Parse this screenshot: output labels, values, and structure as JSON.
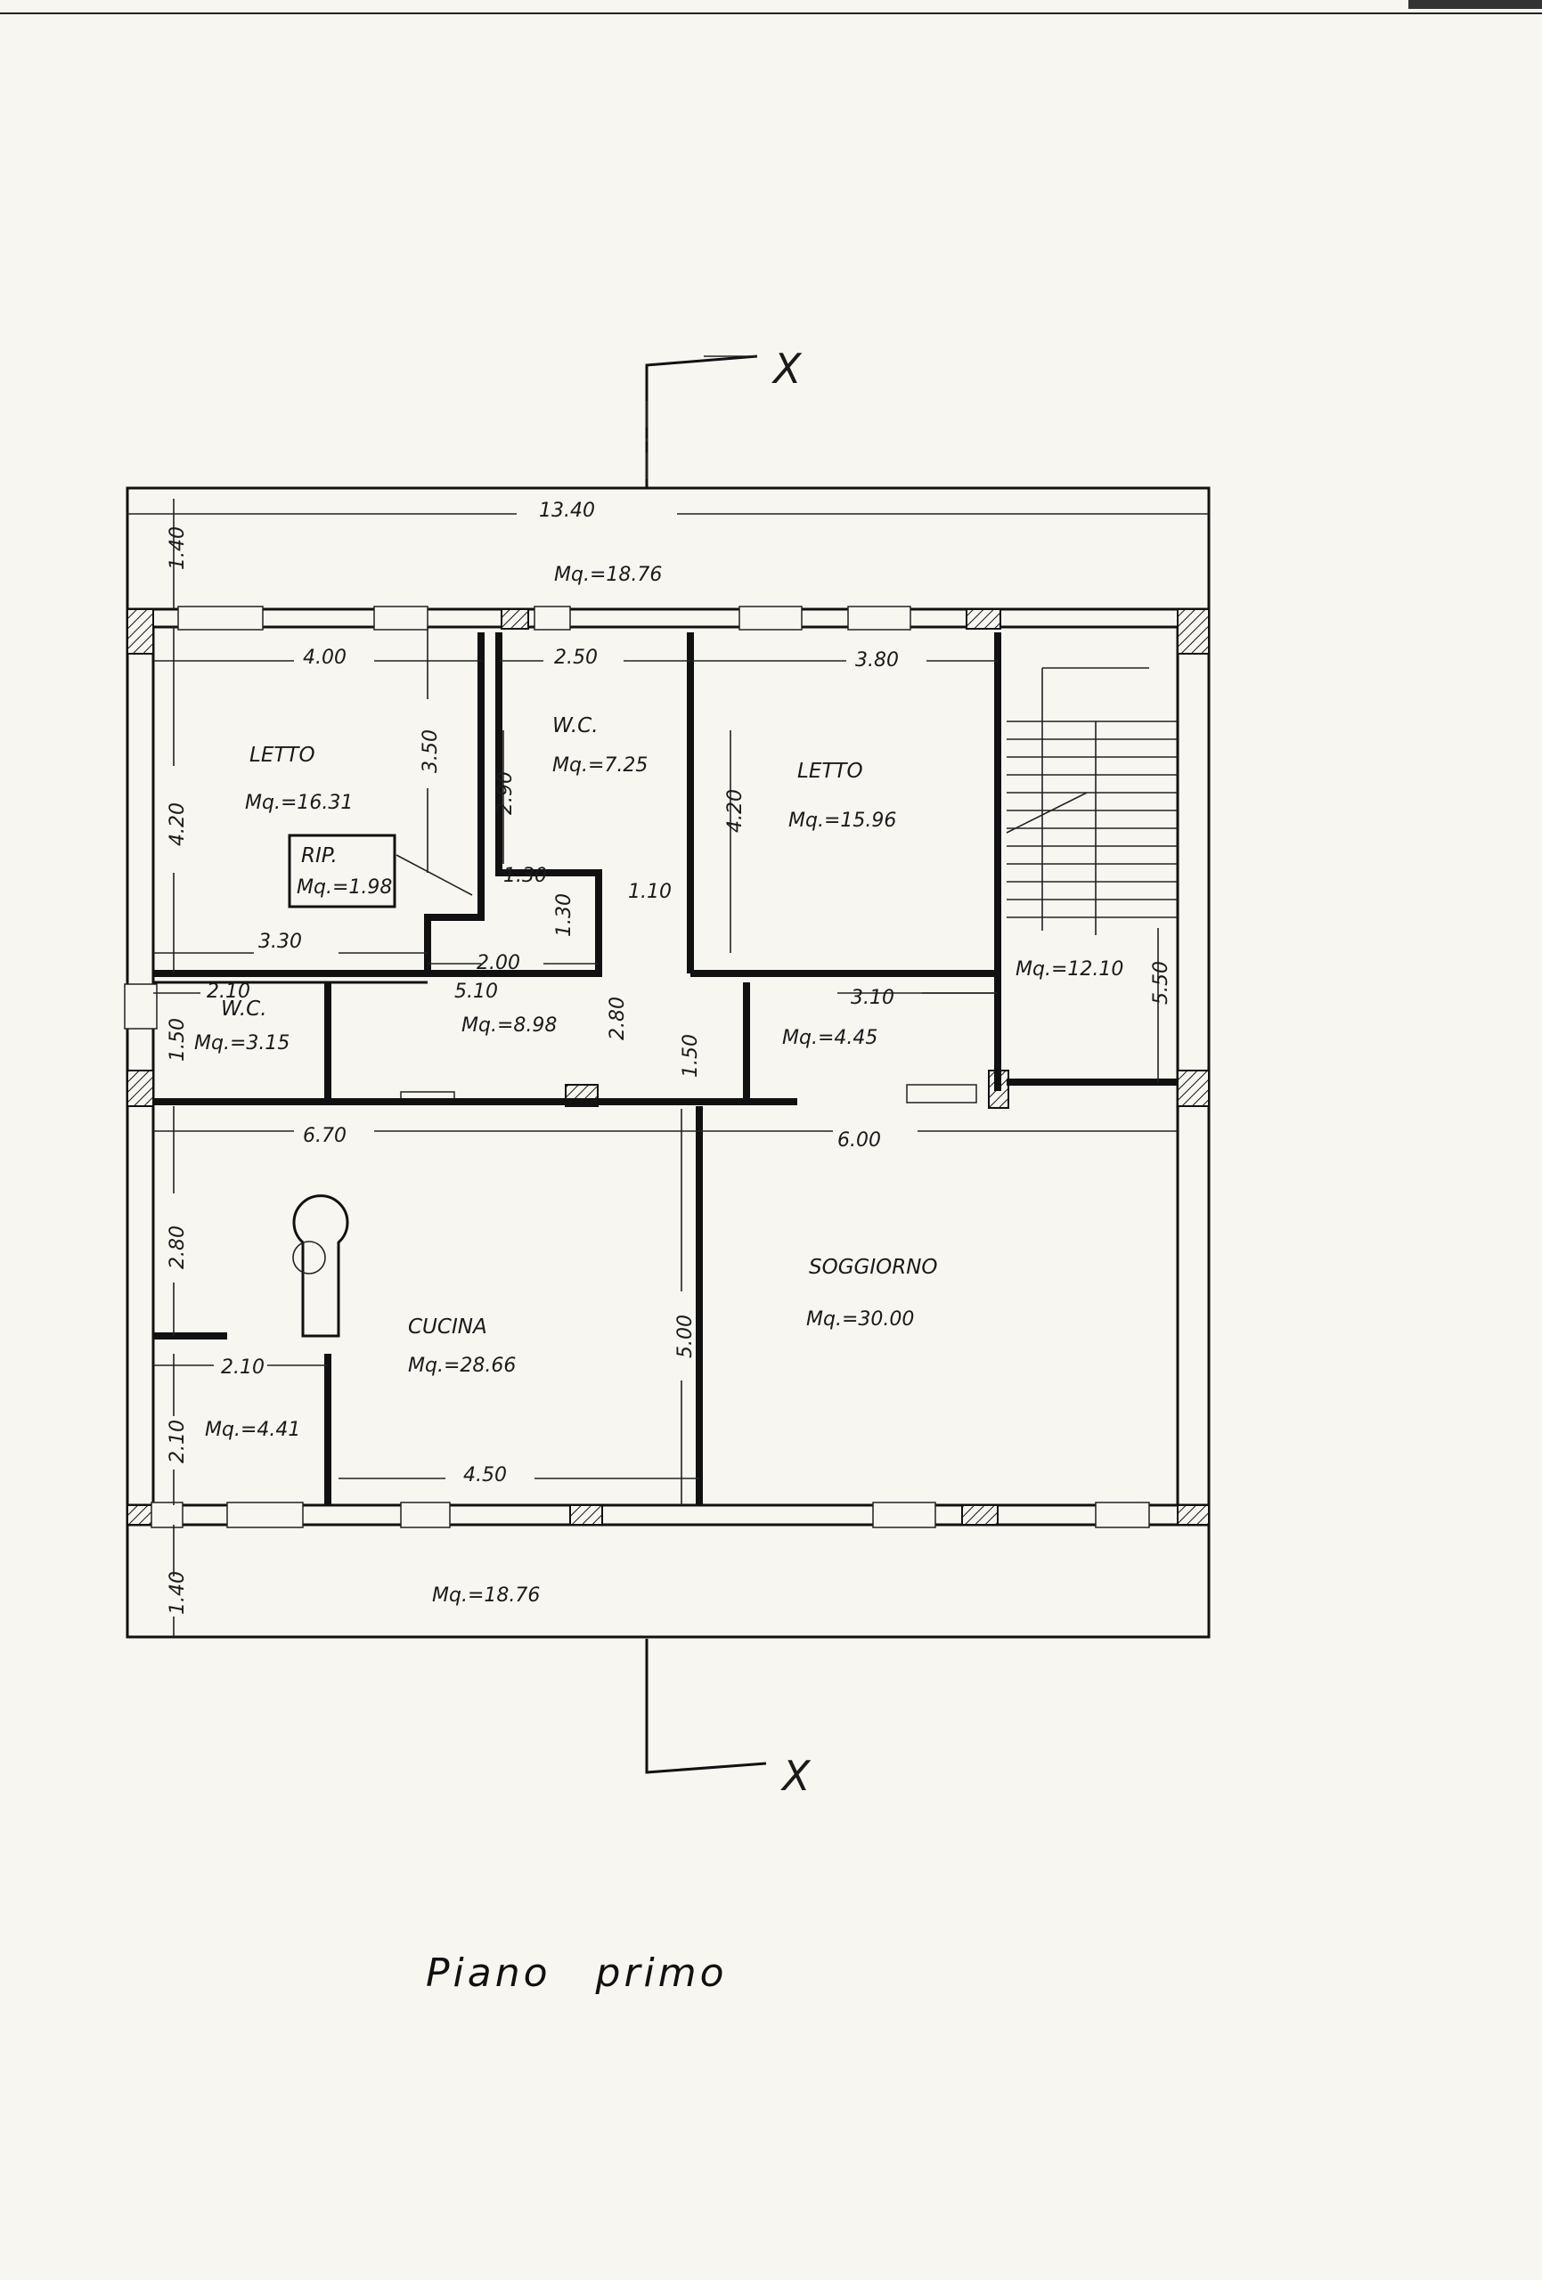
{
  "caption": {
    "floor_word": "Piano",
    "level_word": "primo"
  },
  "section_marks": {
    "top": "X",
    "bottom": "X"
  },
  "rooms": {
    "terrace_top": {
      "area": "Mq.=18.76"
    },
    "letto_left": {
      "name": "LETTO",
      "area": "Mq.=16.31"
    },
    "wc_top": {
      "name": "W.C.",
      "area": "Mq.=7.25"
    },
    "letto_right": {
      "name": "LETTO",
      "area": "Mq.=15.96"
    },
    "rip": {
      "name": "RIP.",
      "area": "Mq.=1.98"
    },
    "stair": {
      "area": "Mq.=12.10"
    },
    "wc_left": {
      "name": "W.C.",
      "area": "Mq.=3.15"
    },
    "corridor": {
      "area": "Mq.=8.98"
    },
    "hall": {
      "area": "Mq.=4.45"
    },
    "soggiorno": {
      "name": "SOGGIORNO",
      "area": "Mq.=30.00"
    },
    "cucina": {
      "name": "CUCINA",
      "area": "Mq.=28.66"
    },
    "pantry": {
      "area": "Mq.=4.41"
    },
    "terrace_bottom": {
      "area": "Mq.=18.76"
    }
  },
  "dimensions": {
    "total_width": "13.40",
    "terrace_top_depth": "1.40",
    "letto_left_width": "4.00",
    "wc_top_width": "2.50",
    "letto_right_width": "3.80",
    "letto_left_depth": "4.20",
    "letto_left_partial": "3.50",
    "wc_top_depth": "2.90",
    "letto_right_depth": "4.20",
    "rip_width": "1.30",
    "rip_depth": "1.30",
    "door_width": "1.10",
    "letto_left_bottom": "3.30",
    "rip_bottom": "2.00",
    "corridor_width": "5.10",
    "wc_left_width": "2.10",
    "hall_width": "3.10",
    "stair_depth": "5.50",
    "wc_left_depth": "1.50",
    "corridor_depth": "2.80",
    "hall_depth": "1.50",
    "cucina_width": "6.70",
    "soggiorno_width": "6.00",
    "pantry_upper": "2.80",
    "pantry_width": "2.10",
    "pantry_lower": "2.10",
    "cucina_depth": "5.00",
    "cucina_bottom": "4.50",
    "terrace_bottom_depth": "1.40"
  }
}
